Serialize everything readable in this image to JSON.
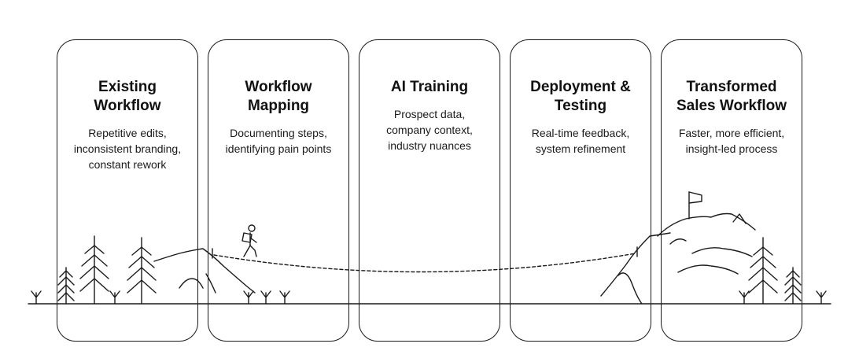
{
  "stages": [
    {
      "title": "Existing\nWorkflow",
      "description": "Repetitive edits,\ninconsistent branding,\nconstant rework"
    },
    {
      "title": "Workflow\nMapping",
      "description": "Documenting steps,\nidentifying pain points"
    },
    {
      "title": "AI Training",
      "description": "Prospect data,\ncompany context,\nindustry nuances"
    },
    {
      "title": "Deployment &\nTesting",
      "description": "Real-time feedback,\nsystem refinement"
    },
    {
      "title": "Transformed\nSales Workflow",
      "description": "Faster, more efficient,\ninsight-led process"
    }
  ],
  "icons": {
    "hiker": "hiker-icon",
    "flag": "flag-icon",
    "tree": "pine-tree-icon",
    "grass": "grass-tuft-icon",
    "mountain": "mountain-icon",
    "rope_bridge": "rope-bridge-icon"
  },
  "colors": {
    "stroke": "#1a1a1a",
    "background": "#ffffff"
  }
}
